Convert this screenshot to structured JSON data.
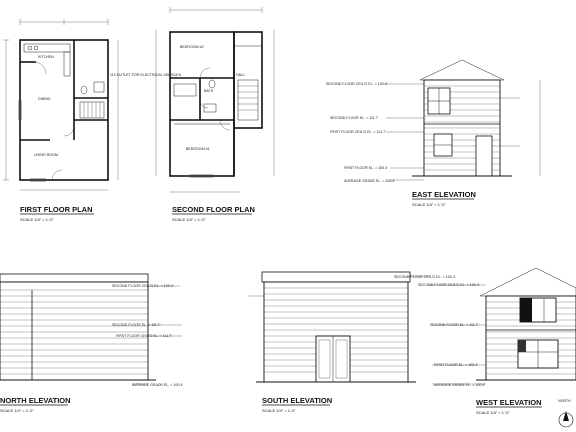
{
  "plans": {
    "first_floor": {
      "title": "FIRST FLOOR PLAN",
      "scale": "SCALE 1/4\" = 1'-0\"",
      "rooms": {
        "kitchen": "KITCHEN",
        "dining": "DINING",
        "living": "LIVING ROOM"
      },
      "notes": {
        "outlet": "110 OUTLET FOR ELECTRICAL VEHICLES"
      }
    },
    "second_floor": {
      "title": "SECOND FLOOR PLAN",
      "scale": "SCALE 1/4\" = 1'-0\"",
      "rooms": {
        "bedroom2": "BEDROOM #2",
        "bath": "BATH",
        "hall": "HALL",
        "bedroom1": "BEDROOM #1"
      }
    }
  },
  "elevations": {
    "east": {
      "title": "EAST ELEVATION",
      "scale": "SCALE 1/4\" = 1'-0\""
    },
    "north": {
      "title": "NORTH ELEVATION",
      "scale": "SCALE 1/4\" = 1'-0\""
    },
    "south": {
      "title": "SOUTH ELEVATION",
      "scale": "SCALE 1/4\" = 1'-0\""
    },
    "west": {
      "title": "WEST ELEVATION",
      "scale": "SCALE 1/4\" = 1'-0\""
    }
  },
  "levels": {
    "second_ceil": "SECOND FLOOR CEIL'G EL. = 100.4'",
    "second_fl": "SECOND FLOOR EL. = 111.7'",
    "first_ceil": "FIRST FLOOR CEIL'G EL. = 111.7'",
    "first_fl": "FIRST FLOOR EL. = 100.4'",
    "grade": "AVERAGE GRADE EL. = 100.4'"
  },
  "north_arrow": "NORTH"
}
